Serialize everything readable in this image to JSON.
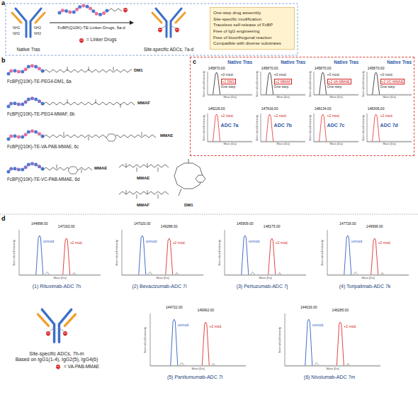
{
  "diagram": {
    "nodes": [
      {
        "text": [
          "Native Tras"
        ]
      },
      {
        "text": [
          "Site-specific ADCs, 7a-d"
        ]
      },
      {
        "text": [
          "One-step drug assembly",
          "Site-specific modification",
          "Traceless self-release of FcBP",
          "Free of IgG engineering",
          "Free of bioorthogonal reaction",
          "Compatible with diverse substrates"
        ]
      },
      {
        "text": [
          "c"
        ]
      },
      {
        "text": [
          "Native Tras",
          "145870.00",
          "+0 mod.",
          "+2 DM1",
          "One-step",
          "Normalized Intensity",
          "Mass [Da]"
        ],
        "in": 3
      },
      {
        "text": [
          "Native Tras",
          "145870.00",
          "+0 mod.",
          "+2 MMAF",
          "One-step",
          "Normalized Intensity",
          "Mass [Da]"
        ],
        "in": 3
      },
      {
        "text": [
          "Native Tras",
          "145870.00",
          "+0 mod.",
          "+2 VA-MMAE",
          "One-step",
          "Normalized Intensity",
          "Mass [Da]"
        ],
        "in": 3
      },
      {
        "text": [
          "Native Tras",
          "145870.00",
          "+0 mod.",
          "+2 VC-MMAE",
          "One-step",
          "Normalized Intensity",
          "Mass [Da]"
        ],
        "in": 3
      },
      {
        "text": [
          "146226.00",
          "+2 mod.",
          "ADC 7a",
          "Normalized Intensity",
          "Mass [Da]"
        ],
        "in": 3
      },
      {
        "text": [
          "147916.00",
          "+2 mod.",
          "ADC 7b",
          "Normalized Intensity",
          "Mass [Da]"
        ],
        "in": 3
      },
      {
        "text": [
          "148134.00",
          "+2 mod.",
          "ADC 7c",
          "Normalized Intensity",
          "Mass [Da]"
        ],
        "in": 3
      },
      {
        "text": [
          "148306.00",
          "+2 mod.",
          "ADC 7d",
          "Normalized Intensity",
          "Mass [Da]"
        ],
        "in": 3
      },
      {
        "text": [
          "144898.00",
          "147163.00",
          "unmod.",
          "+2 mod.",
          "Normalized Intensity",
          "Mass [Da]",
          "(1) Rituximab-ADC 7h"
        ]
      },
      {
        "text": [
          "147020.00",
          "149288.00",
          "unmod.",
          "+2 mod.",
          "Normalized Intensity",
          "Mass [Da]",
          "(2) Bevacizumab-ADC 7i"
        ]
      },
      {
        "text": [
          "145909.00",
          "148175.00",
          "unmod.",
          "+2 mod.",
          "Normalized Intensity",
          "Mass [Da]",
          "(3) Pertuzumab-ADC 7j"
        ]
      },
      {
        "text": [
          "147729.00",
          "149996.00",
          "unmod.",
          "+2 mod.",
          "Normalized Intensity",
          "Mass [Da]",
          "(4) Toripalimab-ADC 7k"
        ]
      },
      {
        "text": [
          "Site-specific ADCs, 7h-m",
          "Based on IgG1(1-4), IgG2(5), IgG4(6)"
        ]
      },
      {
        "text": [
          "144722.00",
          "146992.00",
          "unmod.",
          "+2 mod.",
          "Normalized Intensity",
          "Mass [Da]",
          "(5) Panitumumab-ADC 7l"
        ]
      },
      {
        "text": [
          "144016.00",
          "146285.00",
          "unmod.",
          "+2 mod.",
          "Normalized Intensity",
          "Mass [Da]",
          "(6) Nivolumab-ADC 7m"
        ]
      }
    ],
    "edges": [
      {
        "from": 0,
        "to": 1,
        "arrow": "to",
        "label": "FcBP(Q10K)-TE-Linker-Drugs, 6a-d"
      }
    ],
    "labels": [
      "a",
      "NH2",
      "NH2",
      "NH2",
      "NH2",
      "= Linker Drugs",
      "b",
      "FcBP(Q10K)-TE-PEG4-DM1, 6a",
      "DM1",
      "FcBP(Q10K)-TE-PEG4-MMAF, 6b",
      "MMAF",
      "FcBP(Q10K)-TE-VA-PAB-MMAE, 6c",
      "MMAE",
      "FcBP(Q10K)-TE-VC-PAB-MMAE, 6d",
      "MMAE",
      "MMAE",
      "MMAF",
      "DM1",
      "d",
      "= VA-PAB-MMAE"
    ]
  }
}
